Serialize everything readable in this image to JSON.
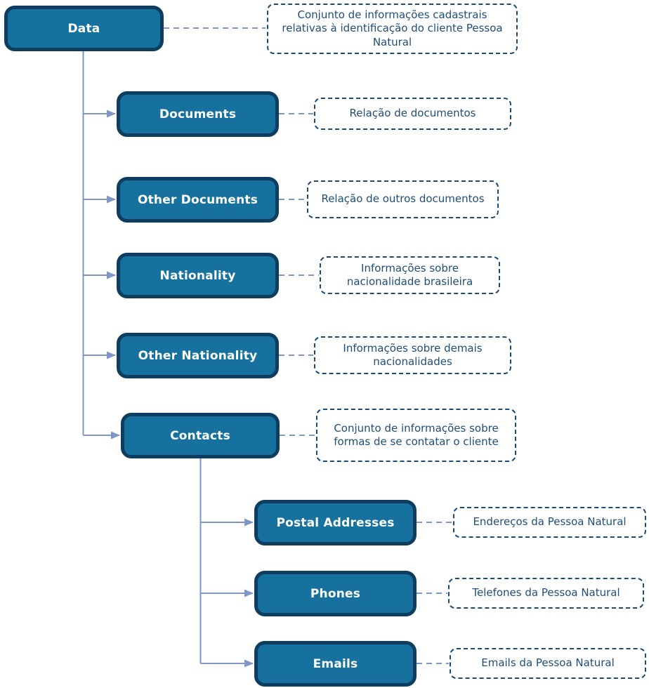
{
  "colors": {
    "node_fill": "#17719F",
    "node_border": "#0E3D5F",
    "node_text": "#FFFFFF",
    "note_border": "#1B4A73",
    "note_text": "#1F4E79",
    "connector": "#7E96C8"
  },
  "nodes": [
    {
      "label": "Data",
      "note": "Conjunto de informações cadastrais relativas à identificação do cliente Pessoa Natural"
    },
    {
      "label": "Documents",
      "note": "Relação de documentos"
    },
    {
      "label": "Other Documents",
      "note": "Relação de outros documentos"
    },
    {
      "label": "Nationality",
      "note": "Informações sobre nacionalidade brasileira"
    },
    {
      "label": "Other Nationality",
      "note": "Informações sobre demais nacionalidades"
    },
    {
      "label": "Contacts",
      "note": "Conjunto de informações sobre formas de se contatar o cliente"
    },
    {
      "label": "Postal Addresses",
      "note": "Endereços da Pessoa Natural"
    },
    {
      "label": "Phones",
      "note": "Telefones da Pessoa Natural"
    },
    {
      "label": "Emails",
      "note": "Emails da Pessoa Natural"
    }
  ]
}
